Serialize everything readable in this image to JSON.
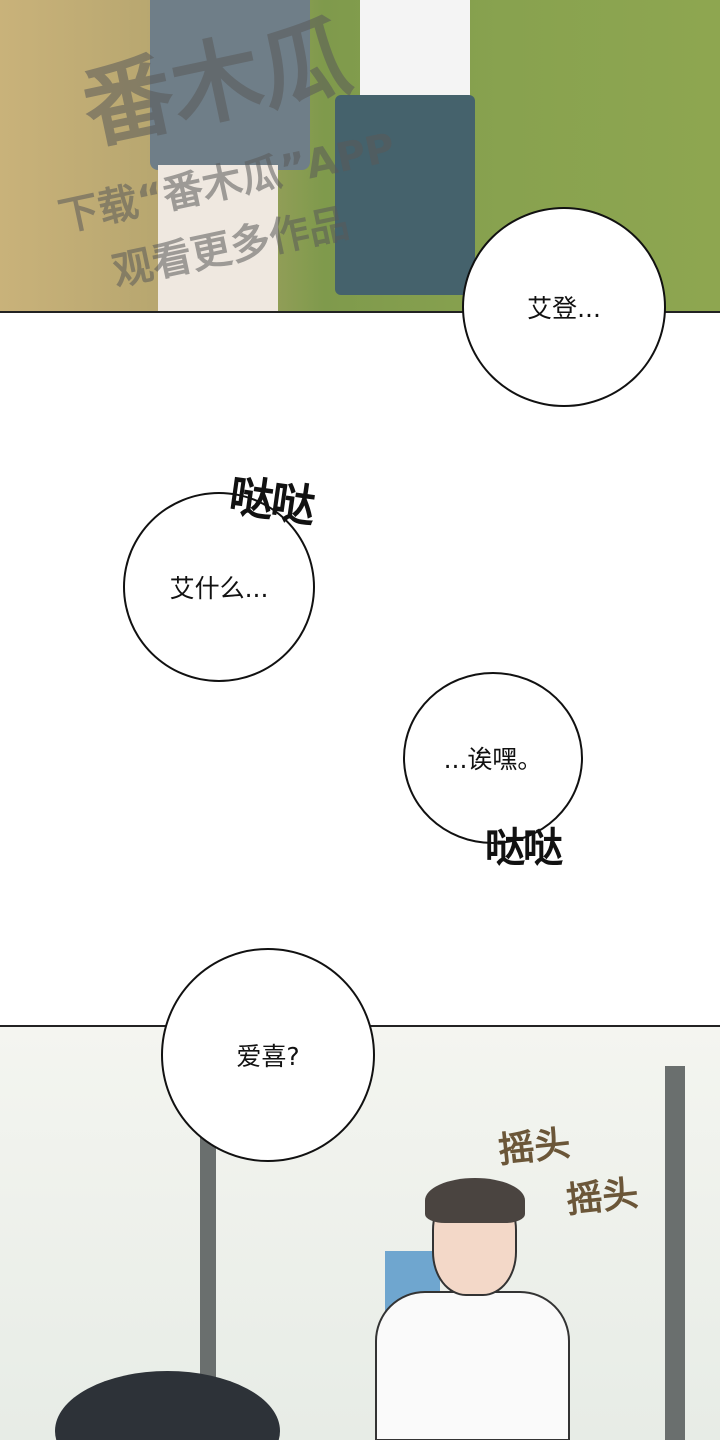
{
  "panel_top": {
    "watermark": {
      "logo": "番木瓜",
      "line1": "下载“番木瓜”APP",
      "line2": "观看更多作品"
    }
  },
  "bubbles": {
    "b1": "艾登...",
    "b2": "艾什么...",
    "b3": "...诶嘿。",
    "b4": "爱喜?"
  },
  "sfx": {
    "s1": "哒哒",
    "s2": "哒哒",
    "s3": "摇头",
    "s4": "摇头"
  }
}
